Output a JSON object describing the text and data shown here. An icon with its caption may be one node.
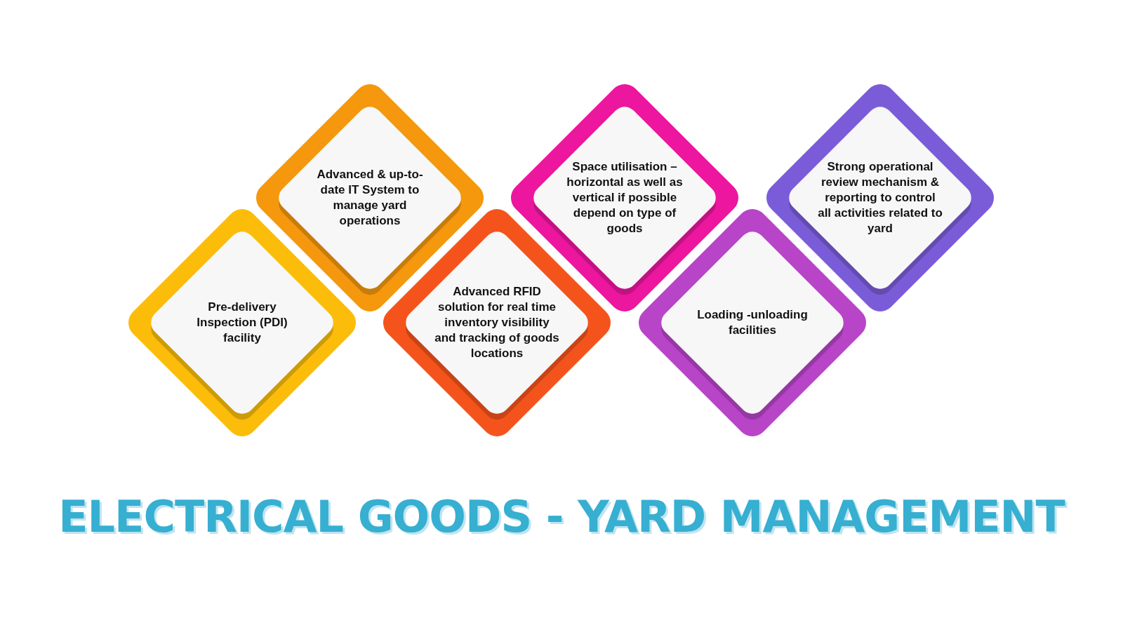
{
  "diagram": {
    "title": "ELECTRICAL GOODS - YARD MANAGEMENT",
    "nodes": [
      {
        "text": [
          "Pre-delivery Inspection (PDI) facility"
        ]
      },
      {
        "text": [
          "Advanced & up-to-date IT System to manage yard operations"
        ]
      },
      {
        "text": [
          "Advanced RFID solution for real time inventory visibility and tracking of goods locations"
        ]
      },
      {
        "text": [
          "Space utilisation – horizontal as well as vertical if possible depend on type of goods"
        ]
      },
      {
        "text": [
          "Loading -unloading facilities"
        ]
      },
      {
        "text": [
          "Strong operational review mechanism & reporting to control all activities related to yard"
        ]
      }
    ]
  }
}
